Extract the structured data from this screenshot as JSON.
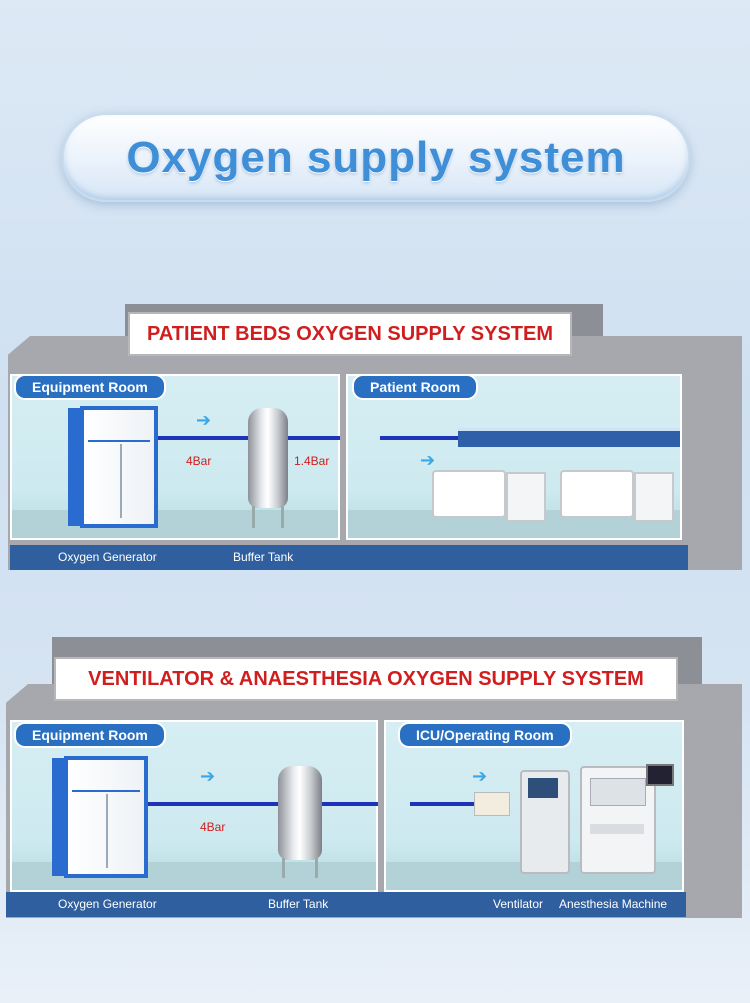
{
  "title": "Oxygen supply system",
  "section1": {
    "heading": "PATIENT BEDS OXYGEN SUPPLY SYSTEM",
    "left_room": "Equipment Room",
    "right_room": "Patient Room",
    "pressure_1": "4Bar",
    "pressure_2": "1.4Bar",
    "caption_generator": "Oxygen Generator",
    "caption_tank": "Buffer Tank"
  },
  "section2": {
    "heading": "VENTILATOR & ANAESTHESIA OXYGEN SUPPLY SYSTEM",
    "left_room": "Equipment Room",
    "right_room": "ICU/Operating Room",
    "pressure_1": "4Bar",
    "caption_generator": "Oxygen Generator",
    "caption_tank": "Buffer Tank",
    "caption_ventilator": "Ventilator",
    "caption_anesthesia": "Anesthesia Machine"
  },
  "colors": {
    "title_text": "#3f8fd8",
    "heading_text": "#d01e1e",
    "room_tag": "#2a70c2",
    "pipe": "#1f33b8",
    "caption_bar": "#2f5f9e"
  },
  "icons": [
    "oxygen-generator-icon",
    "buffer-tank-icon",
    "hospital-bed-icon",
    "ventilator-icon",
    "anesthesia-machine-icon",
    "flow-arrow-icon"
  ]
}
